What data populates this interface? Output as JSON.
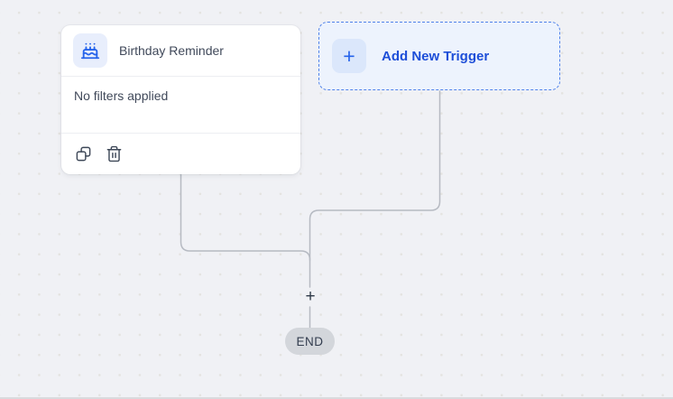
{
  "colors": {
    "canvas_bg": "#f0f1f5",
    "dot": "#e4e3e0",
    "accent_blue": "#2563eb",
    "button_text_blue": "#1d4ed8",
    "connector": "#b6bac2",
    "end_pill_bg": "#d3d6db",
    "text_dark": "#40495a"
  },
  "trigger_card": {
    "title": "Birthday Reminder",
    "filters_text": "No filters applied",
    "icon": "birthday-cake-icon",
    "actions": {
      "copy": "copy-icon",
      "delete": "trash-icon"
    }
  },
  "add_trigger_button": {
    "label": "Add New Trigger",
    "plus_glyph": "+",
    "icon": "plus-icon"
  },
  "flow": {
    "add_step_glyph": "+",
    "end_label": "END"
  }
}
